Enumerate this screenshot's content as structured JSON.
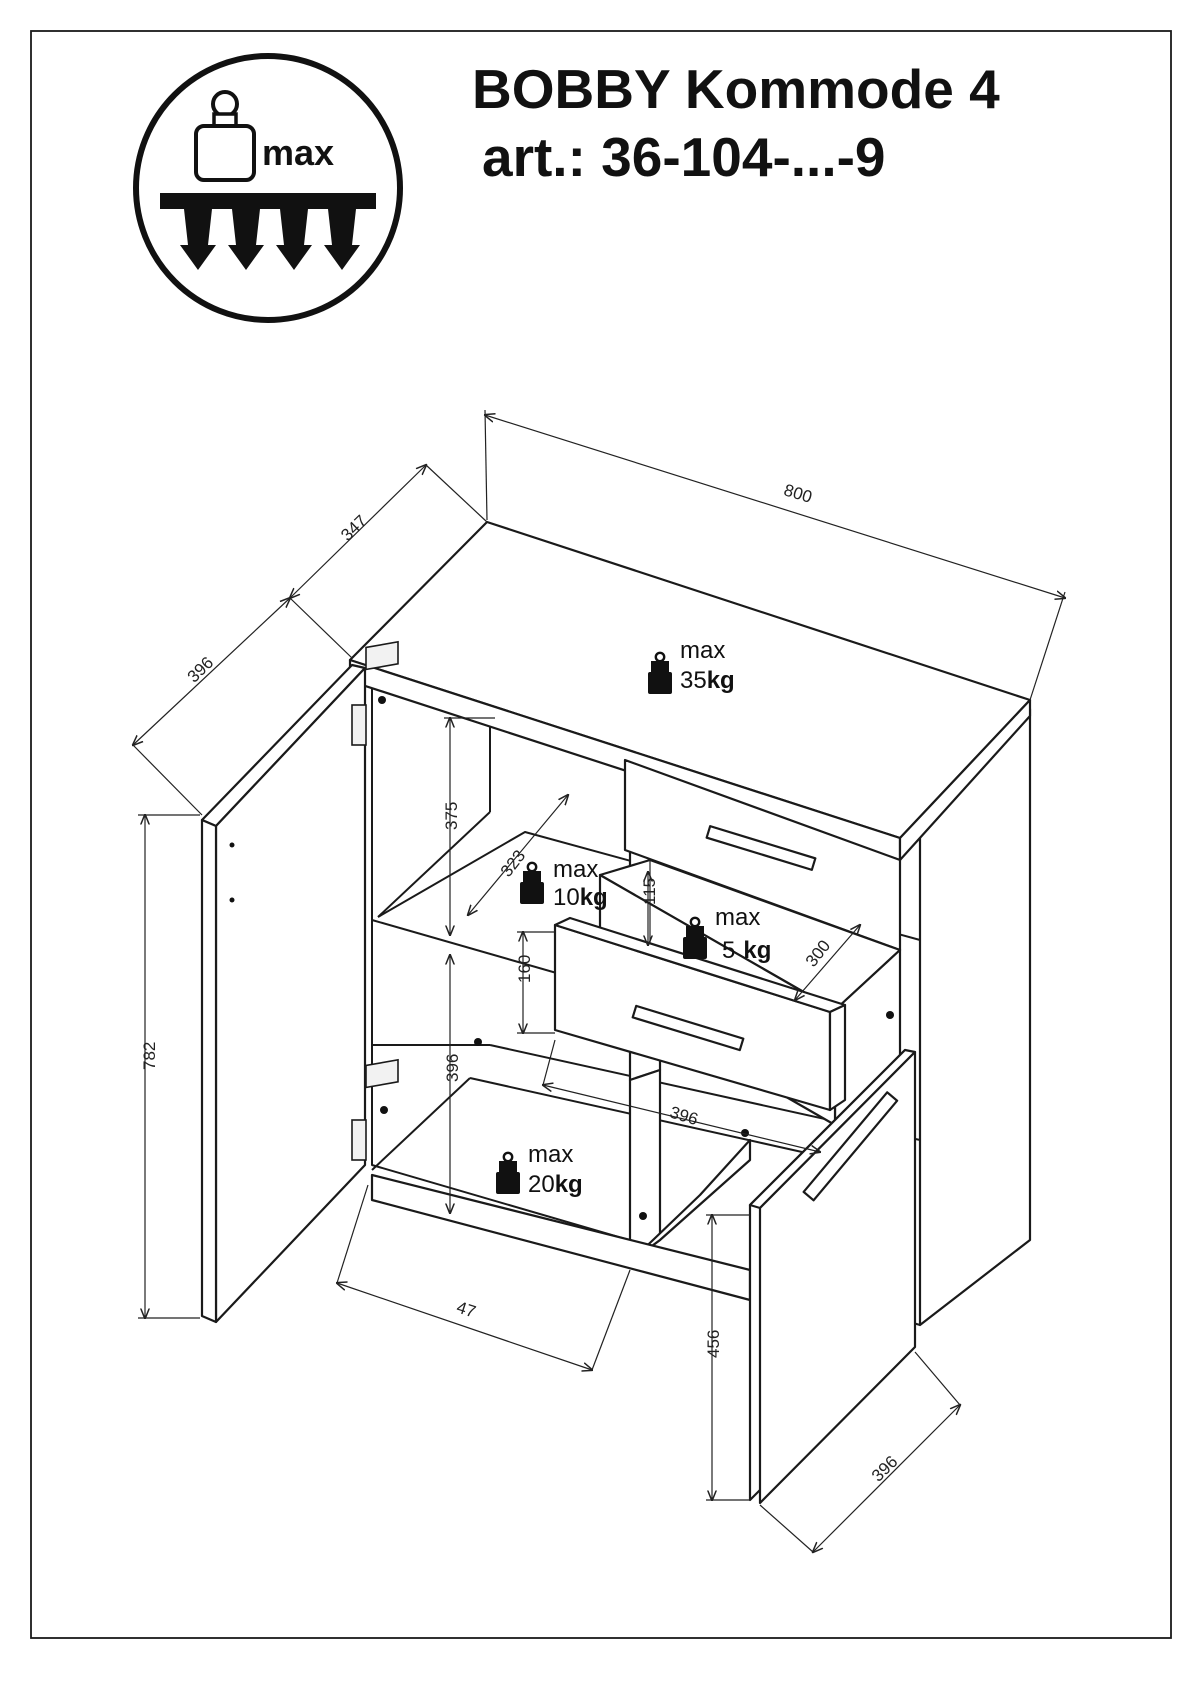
{
  "header": {
    "title": "BOBBY Kommode 4",
    "article": "art.: 36-104-...-9"
  },
  "icon_badge": {
    "label": "max",
    "icon": "weight-load-icon"
  },
  "dimensions": {
    "width": "800",
    "depth_top": "347",
    "door_width_left": "396",
    "height": "782",
    "shelf_height": "375",
    "shelf_depth": "323",
    "drawer_inner_height": "115",
    "drawer_depth": "300",
    "open_section_height": "160",
    "lower_height": "396",
    "inner_width": "396",
    "plinth": "47",
    "door_height": "456",
    "door_width_right": "396"
  },
  "load_labels": {
    "top": {
      "max": "max",
      "weight": "35",
      "unit": "kg"
    },
    "shelf": {
      "max": "max",
      "weight": "10",
      "unit": "kg"
    },
    "drawer": {
      "max": "max",
      "weight": "5",
      "unit": "kg"
    },
    "bottom": {
      "max": "max",
      "weight": "20",
      "unit": "kg"
    }
  },
  "colors": {
    "ink": "#1a1a1a",
    "paper": "#ffffff"
  }
}
